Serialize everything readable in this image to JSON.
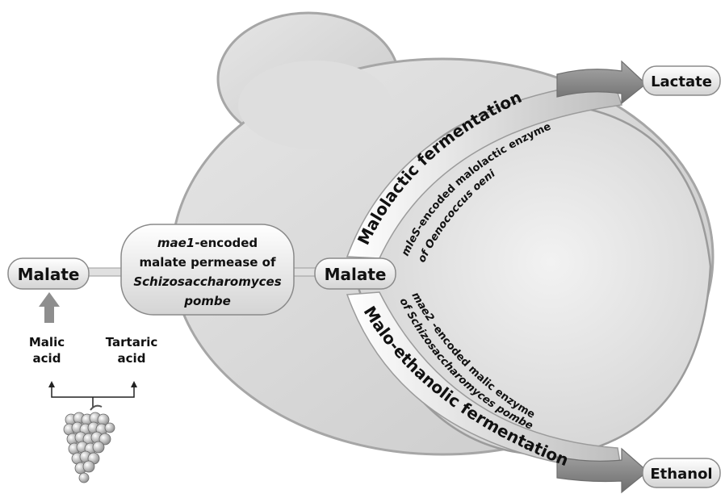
{
  "nodes": {
    "malate_left": "Malate",
    "malate_center": "Malate",
    "lactate": "Lactate",
    "ethanol": "Ethanol",
    "malic_acid": [
      "Malic",
      "acid"
    ],
    "tartaric_acid": [
      "Tartaric",
      "acid"
    ]
  },
  "permease": {
    "line1_italic": "mae1",
    "line1_rest": "-encoded",
    "line2": "malate permease of",
    "line3": "Schizosaccharomyces",
    "line4": "pombe"
  },
  "pathways": {
    "malolactic": "Malolactic fermentation",
    "maloethanolic": "Malo-ethanolic fermentation"
  },
  "enzymes": {
    "mles_italic": "mleS",
    "mles_rest": "-encoded malolactic enzyme",
    "mles_line2": "of Oenococcus oeni",
    "mae2_italic": "mae2",
    "mae2_rest": " -encoded malic enzyme",
    "mae2_line2": "of Schizosaccharomyces pombe"
  },
  "colors": {
    "cell_fill": "#d9d9d9",
    "cell_stroke": "#a6a6a6",
    "node_fill": "#eeeeee",
    "arrow_fill": "#9a9a9a"
  },
  "icons": {
    "grapes": "grape-cluster-icon"
  }
}
